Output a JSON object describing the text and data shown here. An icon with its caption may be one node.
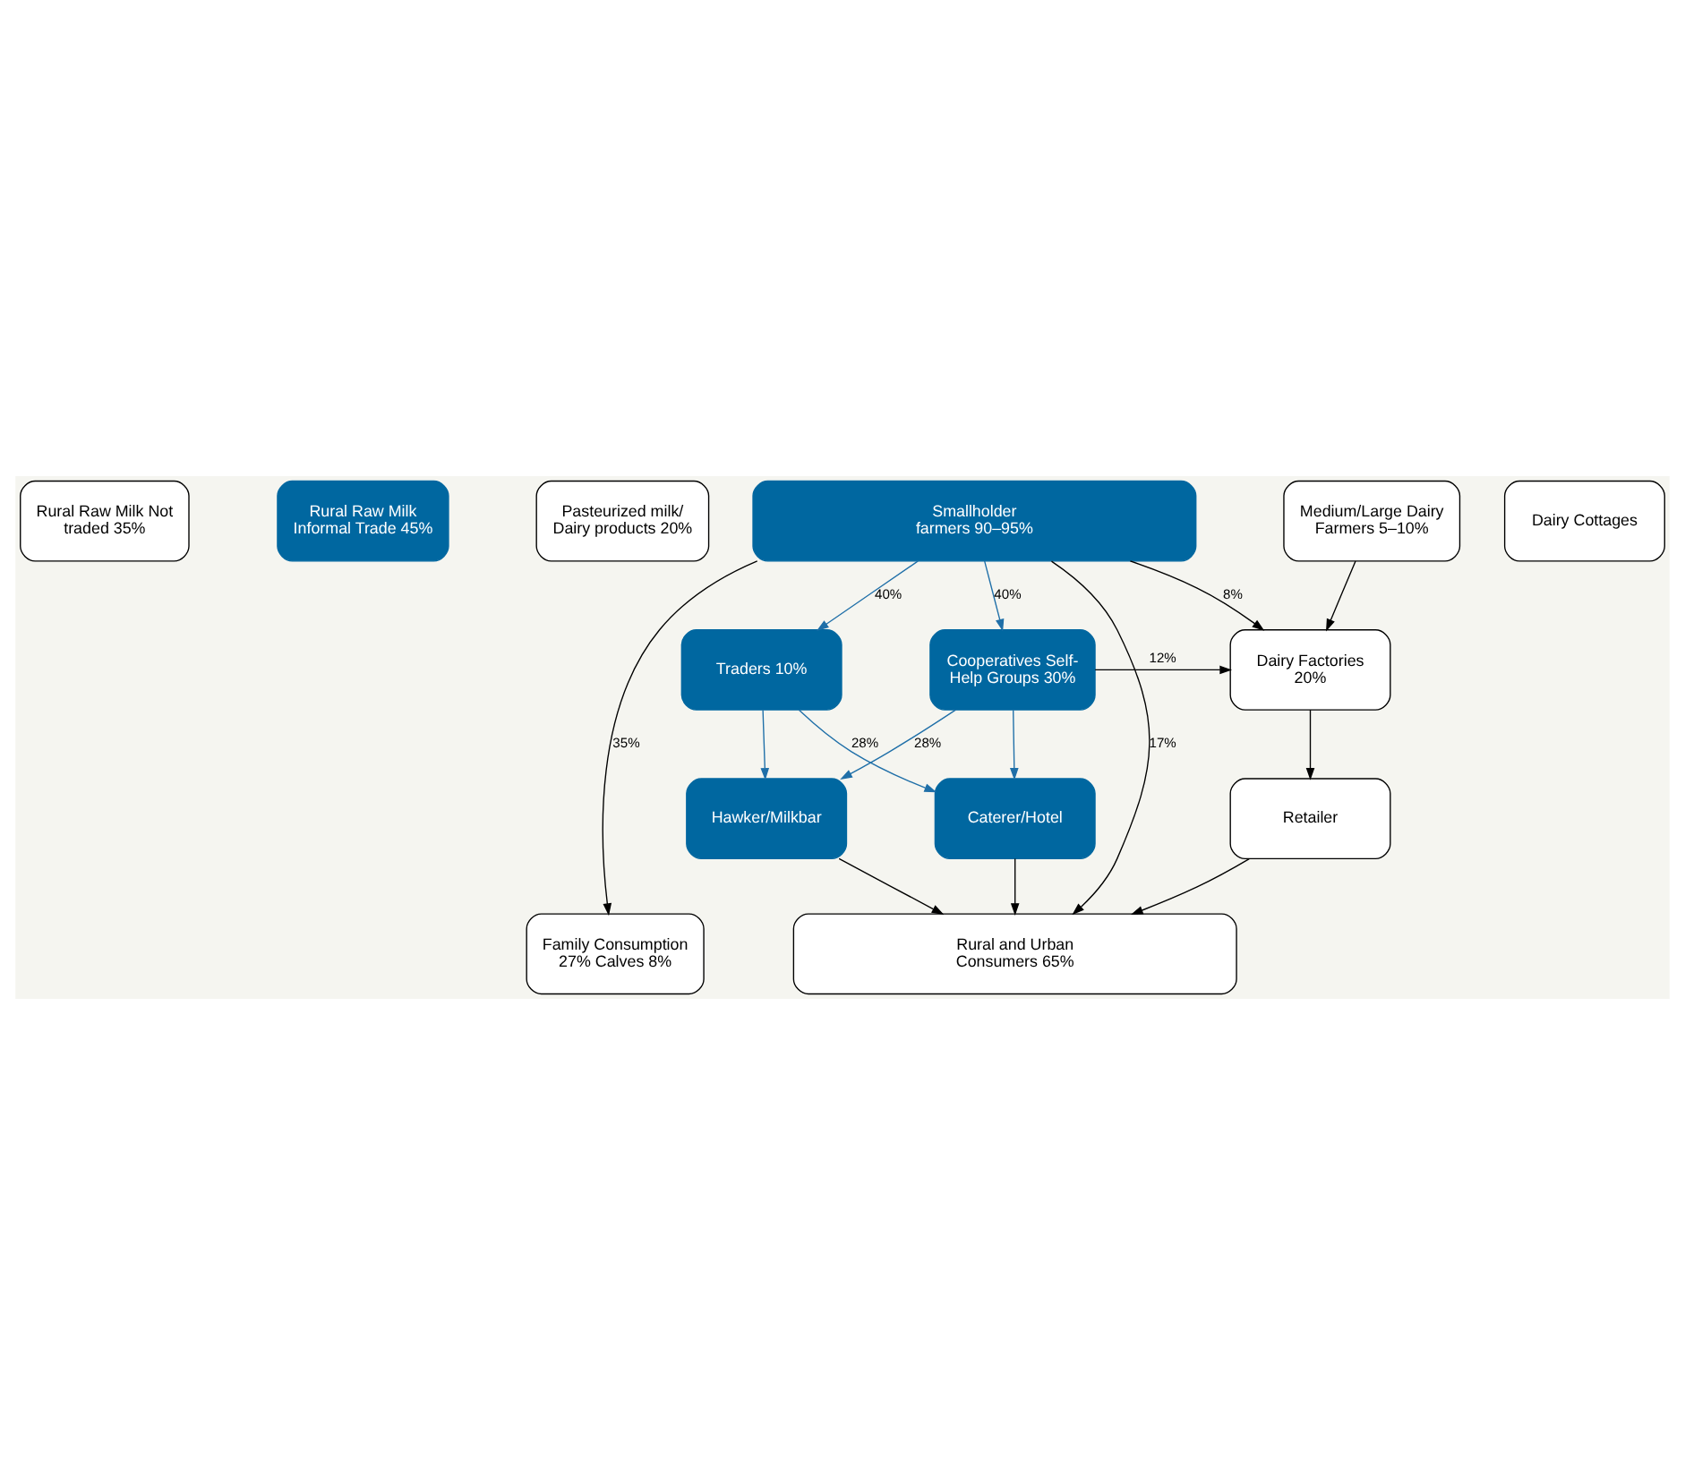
{
  "diagram": {
    "nodes": [
      {
        "text": [
          "Rural Raw Milk Not traded 35%"
        ]
      },
      {
        "text": [
          "Rural Raw Milk Informal Trade 45%"
        ]
      },
      {
        "text": [
          "Pasteurized milk/ Dairy products 20%"
        ]
      },
      {
        "text": [
          "Smallholder farmers 90–95%"
        ]
      },
      {
        "text": [
          "Dairy Cottages"
        ]
      },
      {
        "text": [
          "Medium/Large Dairy Farmers 5–10%"
        ]
      },
      {
        "text": [
          "Traders 10%"
        ]
      },
      {
        "text": [
          "Cooperatives Self-Help Groups 30%"
        ]
      },
      {
        "text": [
          "Dairy Factories 20%"
        ]
      },
      {
        "text": [
          "Hawker/Milkbar"
        ]
      },
      {
        "text": [
          "Caterer/Hotel"
        ]
      },
      {
        "text": [
          "Retailer"
        ]
      },
      {
        "text": [
          "Family Consumption 27% Calves 8%"
        ]
      },
      {
        "text": [
          "Rural and Urban Consumers 65%"
        ]
      }
    ],
    "edges": [
      {
        "from": 3,
        "to": 12,
        "arrow": "to",
        "label": "35%"
      },
      {
        "from": 3,
        "to": 13,
        "arrow": "to",
        "label": "17%"
      },
      {
        "from": 3,
        "to": 6,
        "arrow": "to",
        "label": "40%",
        "color": "#1f6fa8"
      },
      {
        "from": 3,
        "to": 7,
        "arrow": "to",
        "label": "40%",
        "color": "#1f6fa8"
      },
      {
        "from": 3,
        "to": 8,
        "arrow": "to",
        "label": "8%"
      },
      {
        "from": 5,
        "to": 8,
        "arrow": "to"
      },
      {
        "from": 7,
        "to": 8,
        "arrow": "to",
        "label": "12%"
      },
      {
        "from": 6,
        "to": 9,
        "arrow": "to",
        "color": "#1f6fa8"
      },
      {
        "from": 6,
        "to": 10,
        "arrow": "to",
        "label": "28%",
        "color": "#1f6fa8"
      },
      {
        "from": 7,
        "to": 9,
        "arrow": "to",
        "label": "28%",
        "color": "#1f6fa8"
      },
      {
        "from": 7,
        "to": 10,
        "arrow": "to",
        "color": "#1f6fa8"
      },
      {
        "from": 8,
        "to": 11,
        "arrow": "to"
      },
      {
        "from": 9,
        "to": 13,
        "arrow": "to"
      },
      {
        "from": 10,
        "to": 13,
        "arrow": "to"
      },
      {
        "from": 11,
        "to": 13,
        "arrow": "to"
      }
    ]
  }
}
